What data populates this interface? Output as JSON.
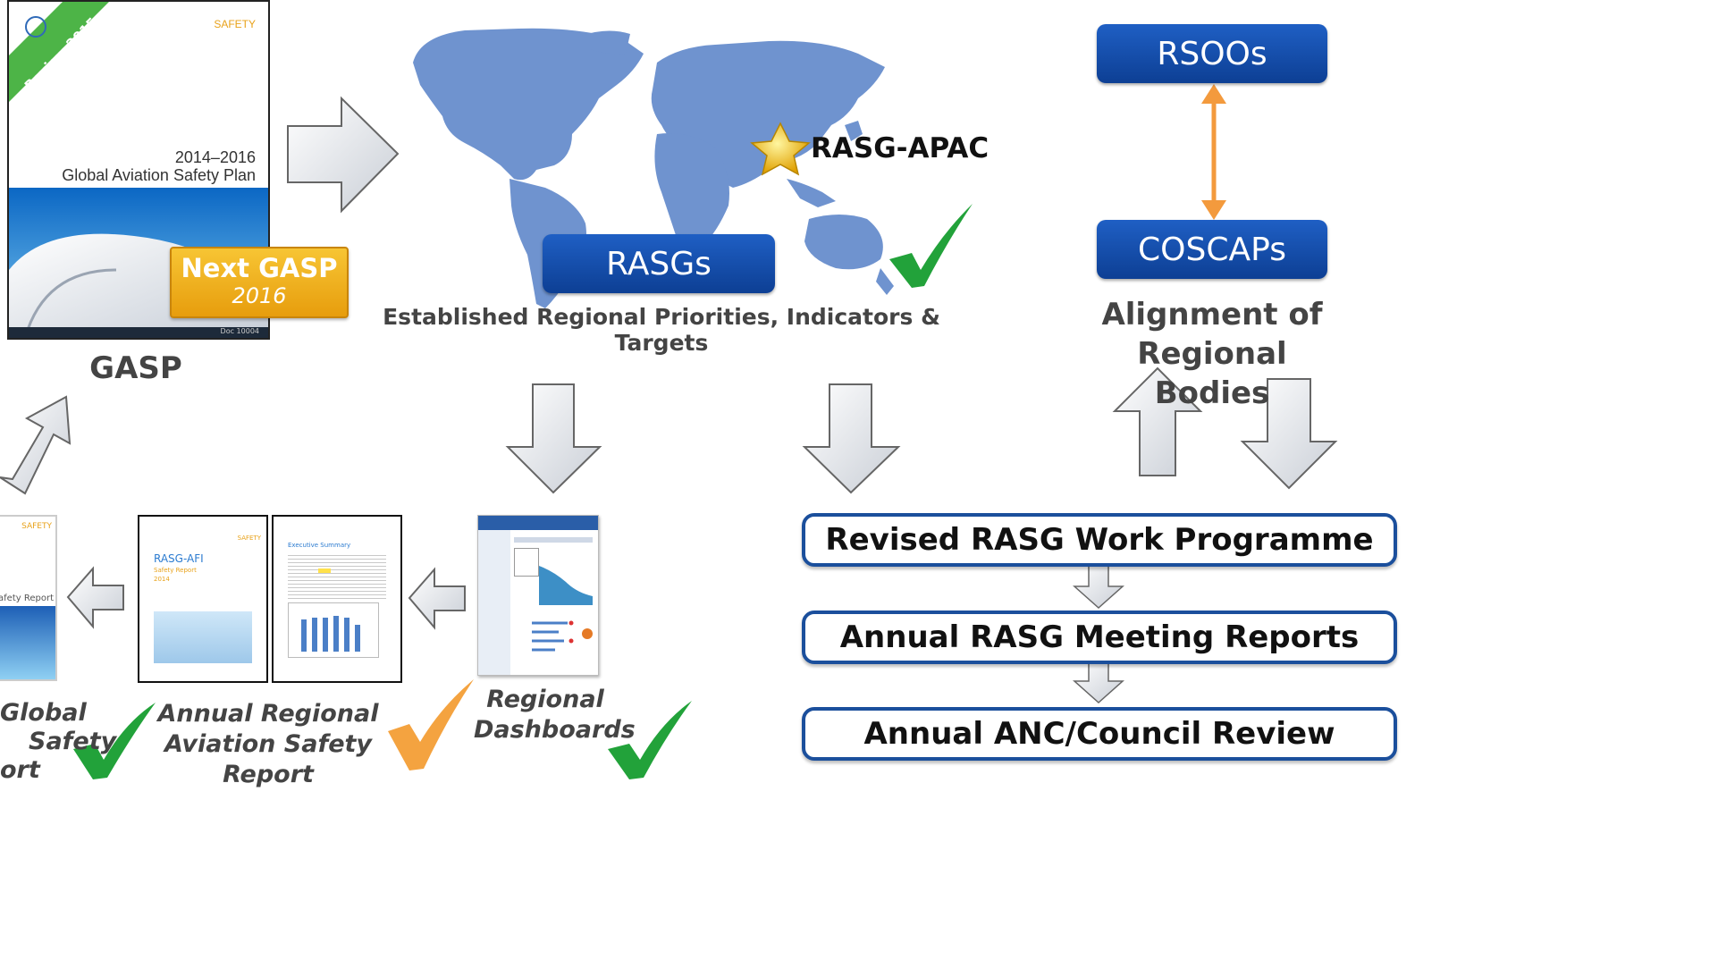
{
  "gasp_cover": {
    "banner": "Review 2015",
    "series": "SAFETY",
    "years": "2014–2016",
    "plan_title": "Global Aviation Safety Plan",
    "doc_number": "Doc 10004",
    "badge_title": "Next GASP",
    "badge_year": "2016"
  },
  "gasp_label": "GASP",
  "map_star_label": "RASG-APAC",
  "rasgs_button": "RASGs",
  "rasg_caption": "Established Regional Priorities, Indicators & Targets",
  "rsoos_button": "RSOOs",
  "coscaps_button": "COSCAPs",
  "alignment_caption": [
    "Alignment of Regional",
    "Bodies"
  ],
  "process_boxes": [
    "Revised RASG Work Programme",
    "Annual RASG Meeting Reports",
    "Annual ANC/Council Review"
  ],
  "global_report_doc": {
    "series": "SAFETY",
    "title": "Safety Report"
  },
  "global_report_caption": [
    "Global",
    "Safety",
    "ort"
  ],
  "regional_report_doc": {
    "series": "SAFETY",
    "title": "RASG-AFI",
    "subtitle": "Safety Report",
    "year": "2014",
    "page_heading": "Executive Summary"
  },
  "regional_report_caption": [
    "Annual Regional",
    "Aviation Safety Report"
  ],
  "dashboard_caption": [
    "Regional",
    "Dashboards"
  ],
  "colors": {
    "box_blue": "#0d3f94",
    "border_blue": "#1b4f9c",
    "orange_arrow": "#f39a3d",
    "check_green": "#22a23a",
    "check_orange": "#f4a340",
    "map_blue": "#6f93cf",
    "badge_gold": "#f2b416"
  }
}
